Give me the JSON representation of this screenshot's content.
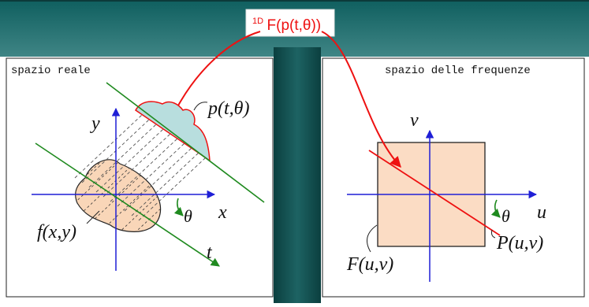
{
  "transform_label": {
    "superscript": "1D",
    "main": "F(p(t,θ))"
  },
  "left_panel": {
    "title": "spazio reale",
    "axis_y": "y",
    "axis_x": "x",
    "axis_t": "t",
    "object_label": "f(x,y)",
    "projection_label": "p(t,θ)",
    "angle_label": "θ"
  },
  "right_panel": {
    "title": "spazio delle frequenze",
    "axis_v": "v",
    "axis_u": "u",
    "square_label": "F(u,v)",
    "slice_label": "P(u,v)",
    "angle_label": "θ"
  },
  "colors": {
    "teal_dark": "#004848",
    "teal_light": "#4d8f8f",
    "axis_blue": "#1f1fd6",
    "green": "#1f8a1f",
    "red": "#ee1111",
    "object_fill": "#f9d6b8",
    "projection_fill": "#b8dede",
    "square_fill": "#fbdcc4"
  }
}
